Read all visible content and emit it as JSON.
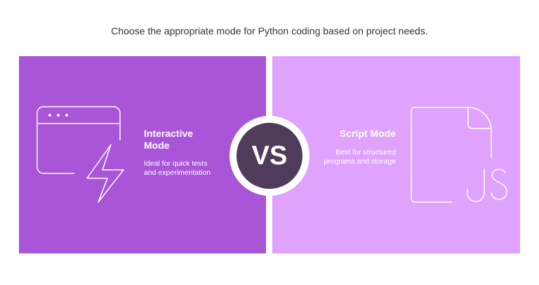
{
  "title": "Choose the appropriate mode for Python coding based on project needs.",
  "vs_label": "VS",
  "left": {
    "heading": "Interactive Mode",
    "description": "Ideal for quick tests and experimentation",
    "icon": "window-lightning-icon",
    "color": "#a855d8"
  },
  "right": {
    "heading": "Script Mode",
    "description": "Best for structured programs and storage",
    "icon": "js-file-icon",
    "icon_text": "JS",
    "color": "#dfa3fd"
  },
  "vs_color": "#4e3c5a"
}
